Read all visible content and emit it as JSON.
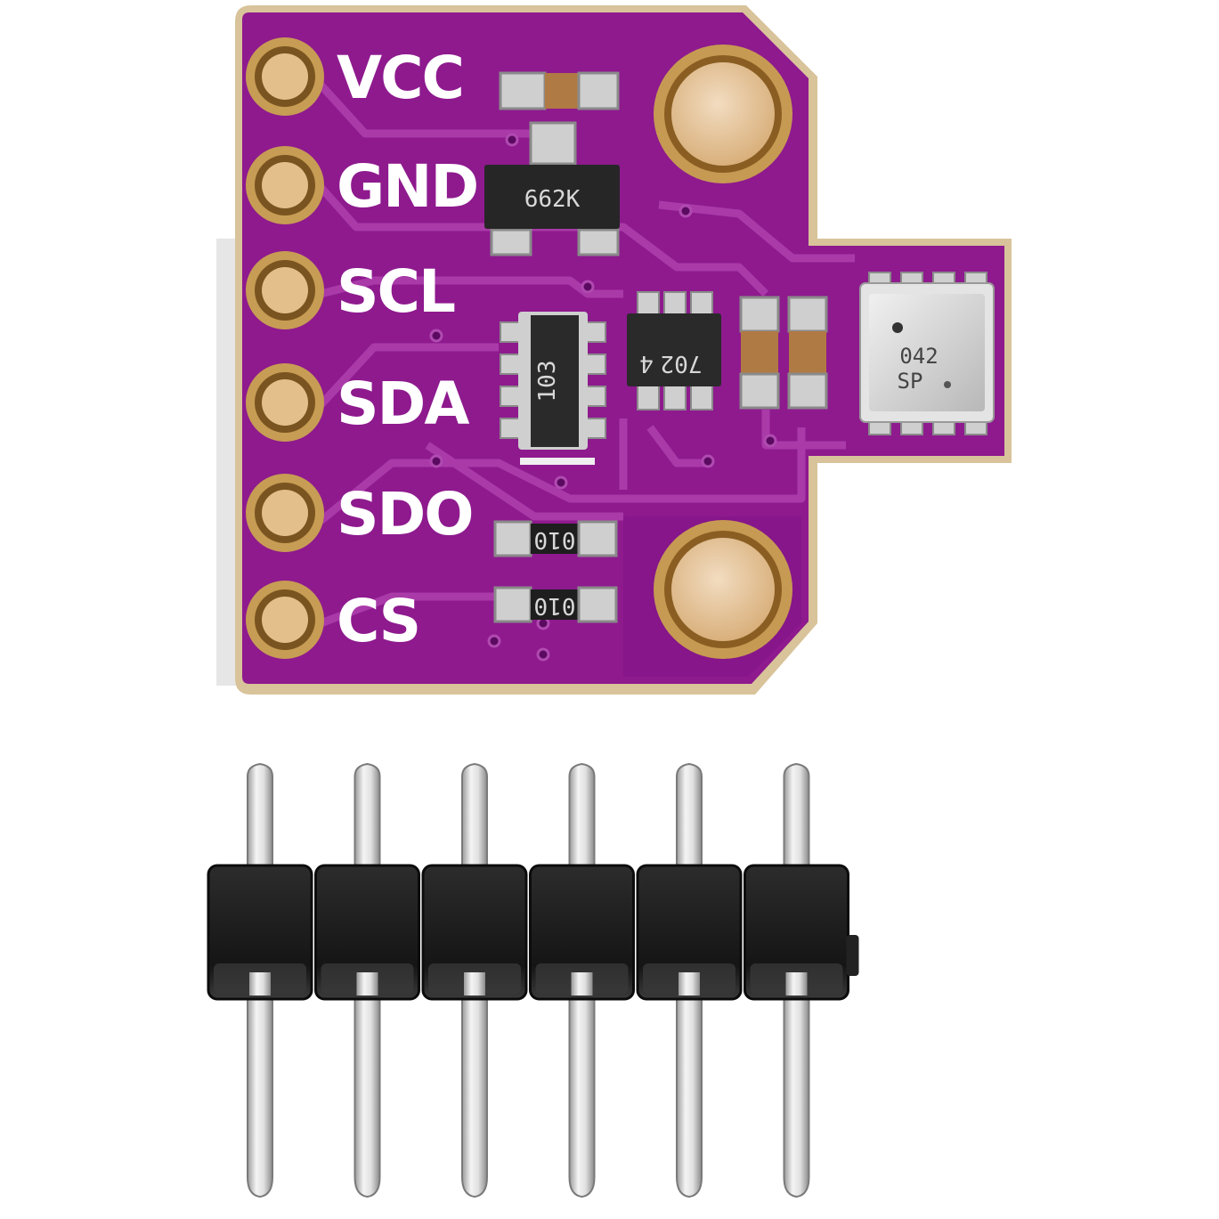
{
  "product": {
    "board": {
      "pins": [
        {
          "label": "VCC"
        },
        {
          "label": "GND"
        },
        {
          "label": "SCL"
        },
        {
          "label": "SDA"
        },
        {
          "label": "SDO"
        },
        {
          "label": "CS"
        }
      ],
      "components": {
        "regulator_mark": "662K",
        "resistor_array_mark": "103",
        "level_shifter_mark": "702",
        "level_shifter_mark2": "4",
        "resistor1_mark": "010",
        "resistor2_mark": "010",
        "sensor_mark_line1": "042",
        "sensor_mark_line2": "SP"
      }
    },
    "header": {
      "pin_count": 6
    }
  },
  "colors": {
    "pcb": "#8e1a8e",
    "pcb_dark": "#6e0f74",
    "trace": "#a62aa4",
    "gold": "#c9a35a",
    "pad_inner": "#e8c9a4",
    "header_plastic": "#1e1e1e",
    "pin_metal": "#d8d8d8"
  }
}
